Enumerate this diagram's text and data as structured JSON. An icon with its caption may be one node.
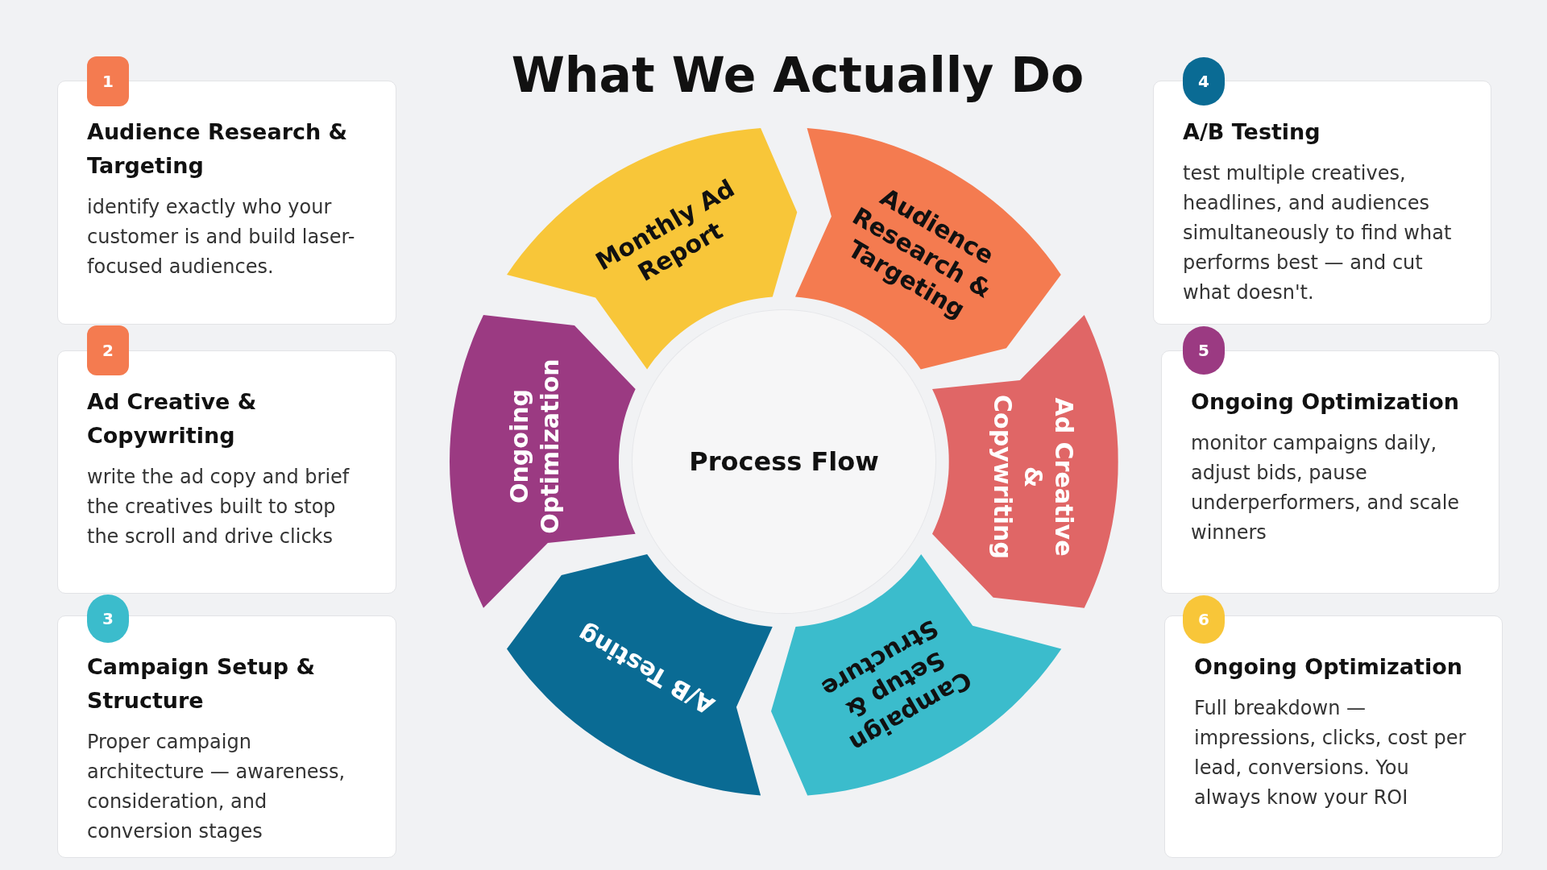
{
  "diagram": {
    "title": "What We Actually Do",
    "nodes": [
      {
        "text": [
          "1"
        ]
      },
      {
        "text": [
          "Audience Research & Targeting",
          "identify exactly who your customer is and build laser-focused audiences."
        ]
      },
      {
        "text": [
          "2"
        ]
      },
      {
        "text": [
          "Ad Creative & Copywriting",
          "write the ad copy and brief the creatives built to stop the scroll and drive clicks"
        ]
      },
      {
        "text": [
          "3"
        ]
      },
      {
        "text": [
          "Campaign Setup & Structure",
          "Proper campaign architecture — awareness, consideration, and conversion stages"
        ]
      },
      {
        "text": [
          "Process Flow"
        ]
      },
      {
        "text": [
          "Monthly Ad Report"
        ]
      },
      {
        "text": [
          "Audience Research & Targeting"
        ]
      },
      {
        "text": [
          "Ad Creative & Copywriting"
        ]
      },
      {
        "text": [
          "Campaign Setup & Structure"
        ]
      },
      {
        "text": [
          "A/B Testing"
        ]
      },
      {
        "text": [
          "Ongoing Optimization"
        ]
      },
      {
        "text": [
          "4"
        ]
      },
      {
        "text": [
          "A/B Testing",
          "test multiple creatives, headlines, and audiences simultaneously to find what performs best — and cut what doesn't."
        ]
      },
      {
        "text": [
          "5"
        ]
      },
      {
        "text": [
          "Ongoing Optimization",
          "monitor campaigns daily, adjust bids, pause underperformers, and scale winners"
        ]
      },
      {
        "text": [
          "6"
        ]
      },
      {
        "text": [
          "Ongoing Optimization",
          "Full breakdown — impressions, clicks, cost per lead, conversions. You always know your ROI"
        ]
      }
    ]
  }
}
